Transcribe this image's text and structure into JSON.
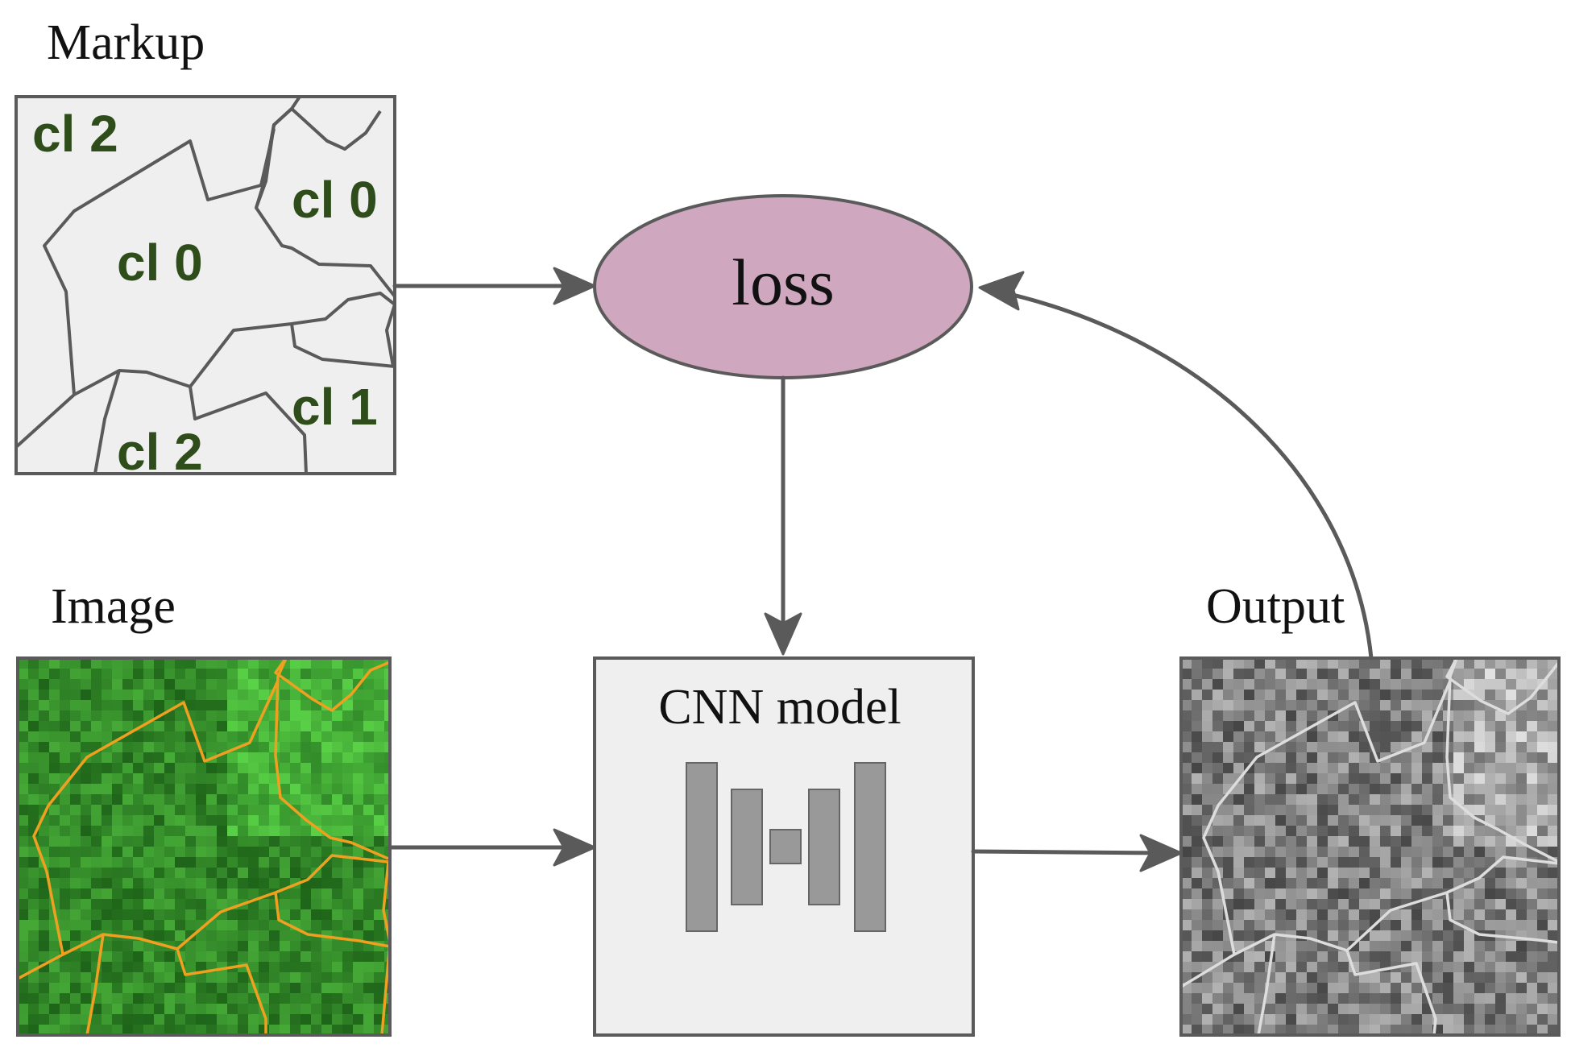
{
  "title_markup": "Markup",
  "title_image": "Image",
  "title_output": "Output",
  "loss_label": "loss",
  "cnn_label": "CNN model",
  "markup_classes": [
    "cl 2",
    "cl 0",
    "cl 0",
    "cl 1",
    "cl 2"
  ],
  "colors": {
    "panel_fill": "#efefef",
    "stroke": "#5a5a5a",
    "class_text": "#2f4d1a",
    "loss_fill": "#cfa7be",
    "image_boundary": "#f0a020",
    "output_boundary": "#dddddd",
    "cnn_block": "#999999"
  },
  "icons": {
    "cnn_architecture": "encoder-decoder-bars-icon",
    "arrows": "arrowhead-icon"
  }
}
